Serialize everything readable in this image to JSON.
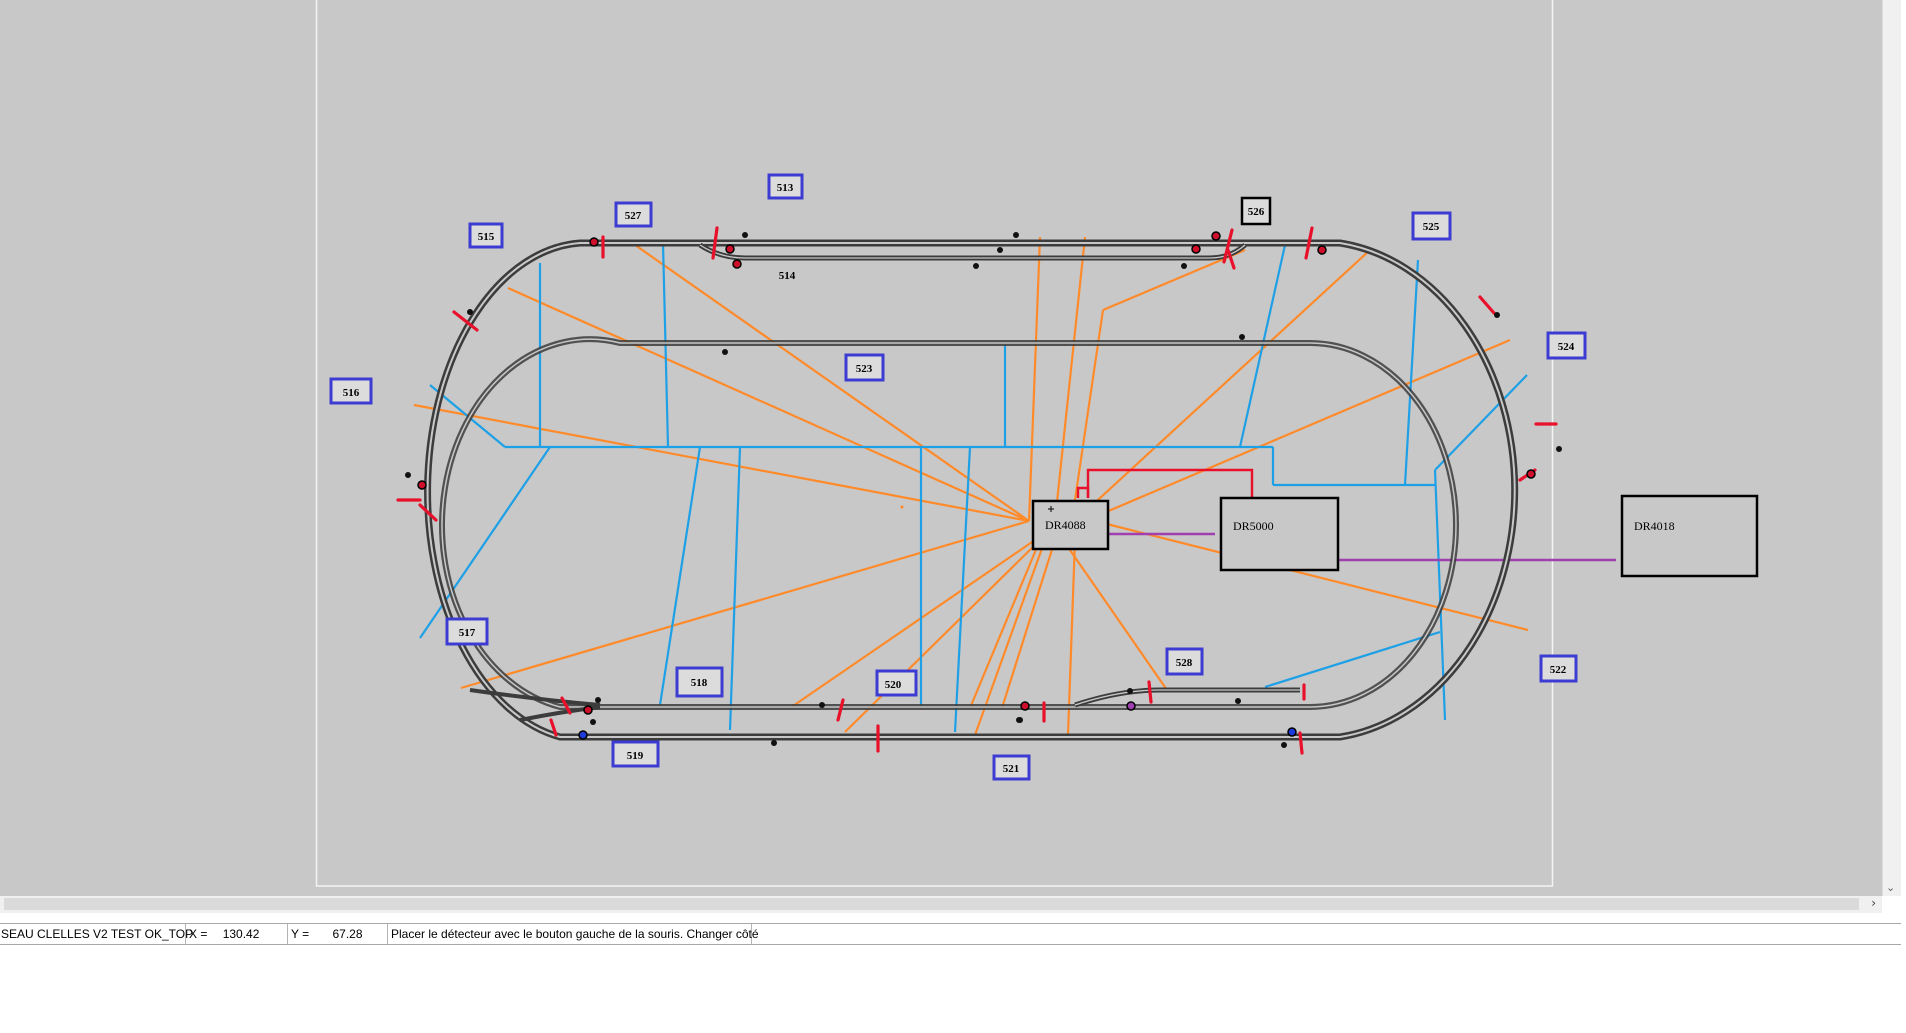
{
  "detectors": [
    {
      "label": "513"
    },
    {
      "label": "514"
    },
    {
      "label": "515"
    },
    {
      "label": "516"
    },
    {
      "label": "517"
    },
    {
      "label": "518"
    },
    {
      "label": "519"
    },
    {
      "label": "520"
    },
    {
      "label": "521"
    },
    {
      "label": "522"
    },
    {
      "label": "523"
    },
    {
      "label": "524"
    },
    {
      "label": "525"
    },
    {
      "label": "526"
    },
    {
      "label": "527"
    },
    {
      "label": "528"
    }
  ],
  "devices": {
    "dr4088": "DR4088",
    "dr5000": "DR5000",
    "dr4018": "DR4018"
  },
  "colors": {
    "background": "#c8c8c8",
    "track": "#3c3c3c",
    "wire_orange": "#ff8a2a",
    "wire_blue": "#1ea0e6",
    "bus_red": "#e8102a",
    "bus_purple": "#a040b0",
    "detector_border": "#3c3cd2",
    "isolator": "#e8102a"
  },
  "statusbar": {
    "filename": "SEAU CLELLES V2 TEST OK_TOP",
    "x_label": "X =",
    "x_value": "130.42",
    "y_label": "Y =",
    "y_value": "67.28",
    "message": "Placer le détecteur avec le bouton gauche de la souris. Changer côté"
  }
}
